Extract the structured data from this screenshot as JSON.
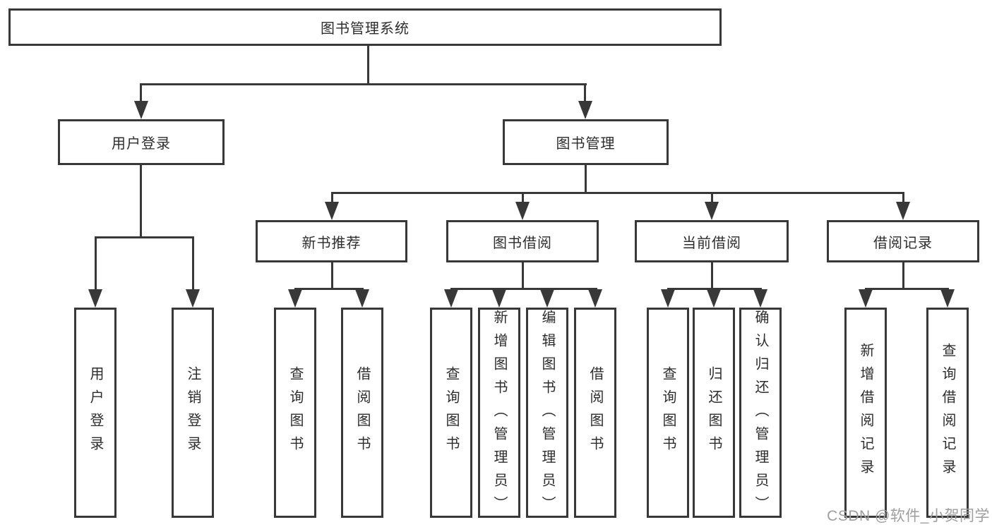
{
  "colors": {
    "line": "#383838",
    "text": "#2d2d2d",
    "watermark": "#9e9e9e",
    "background": "#ffffff"
  },
  "tree": {
    "root": {
      "label": "图书管理系统",
      "children": [
        {
          "label": "用户登录",
          "children": [
            {
              "label": "用户登录"
            },
            {
              "label": "注销登录"
            }
          ]
        },
        {
          "label": "图书管理",
          "children": [
            {
              "label": "新书推荐",
              "children": [
                {
                  "label": "查询图书"
                },
                {
                  "label": "借阅图书"
                }
              ]
            },
            {
              "label": "图书借阅",
              "children": [
                {
                  "label": "查询图书"
                },
                {
                  "label": "新增图书（管理员）"
                },
                {
                  "label": "编辑图书（管理员）"
                },
                {
                  "label": "借阅图书"
                }
              ]
            },
            {
              "label": "当前借阅",
              "children": [
                {
                  "label": "查询图书"
                },
                {
                  "label": "归还图书"
                },
                {
                  "label": "确认归还（管理员）"
                }
              ]
            },
            {
              "label": "借阅记录",
              "children": [
                {
                  "label": "新增借阅记录"
                },
                {
                  "label": "查询借阅记录"
                }
              ]
            }
          ]
        }
      ]
    }
  },
  "watermark": {
    "text": "CSDN @软件_小贺同学"
  }
}
